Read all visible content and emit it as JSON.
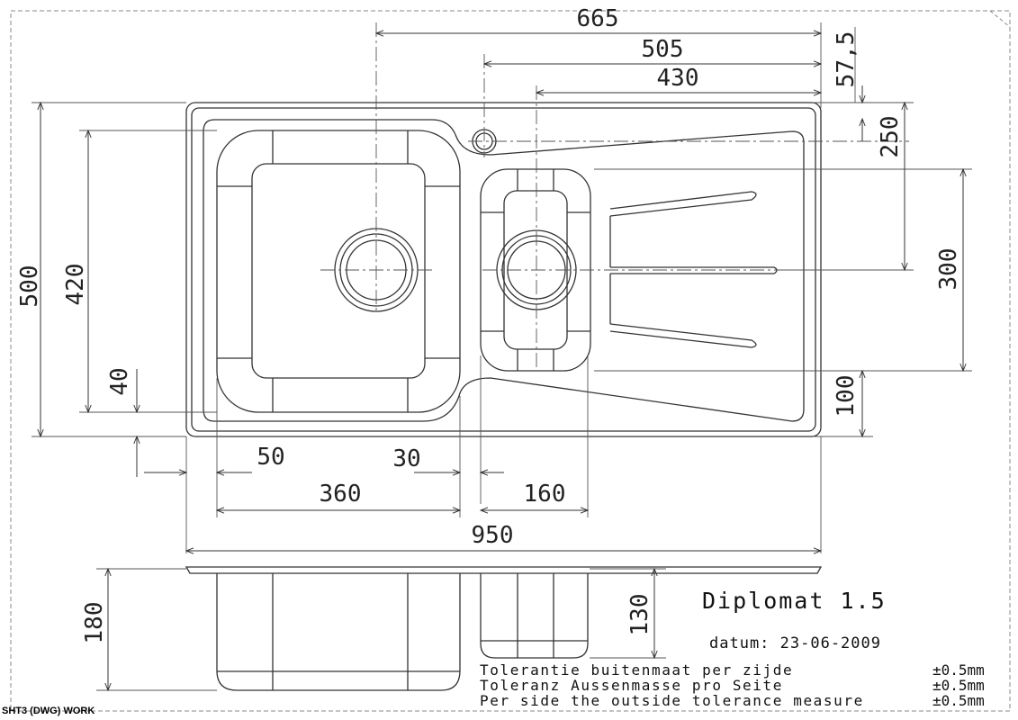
{
  "dimensions": {
    "d665": "665",
    "d505": "505",
    "d430": "430",
    "d57_5": "57,5",
    "d250": "250",
    "d300": "300",
    "d100": "100",
    "d500": "500",
    "d420": "420",
    "d40": "40",
    "d50": "50",
    "d30": "30",
    "d360": "360",
    "d160": "160",
    "d950": "950",
    "d180": "180",
    "d130": "130"
  },
  "title_block": {
    "product": "Diplomat 1.5",
    "date_line": "datum: 23-06-2009",
    "tolerance_rows": [
      {
        "label": "Tolerantie buitenmaat per zijde",
        "value": "±0.5mm"
      },
      {
        "label": "Toleranz Aussenmasse pro Seite",
        "value": "±0.5mm"
      },
      {
        "label": "Per side the outside tolerance measure",
        "value": "±0.5mm"
      }
    ]
  },
  "sheet_label": "SHT3 (DWG) WORK"
}
